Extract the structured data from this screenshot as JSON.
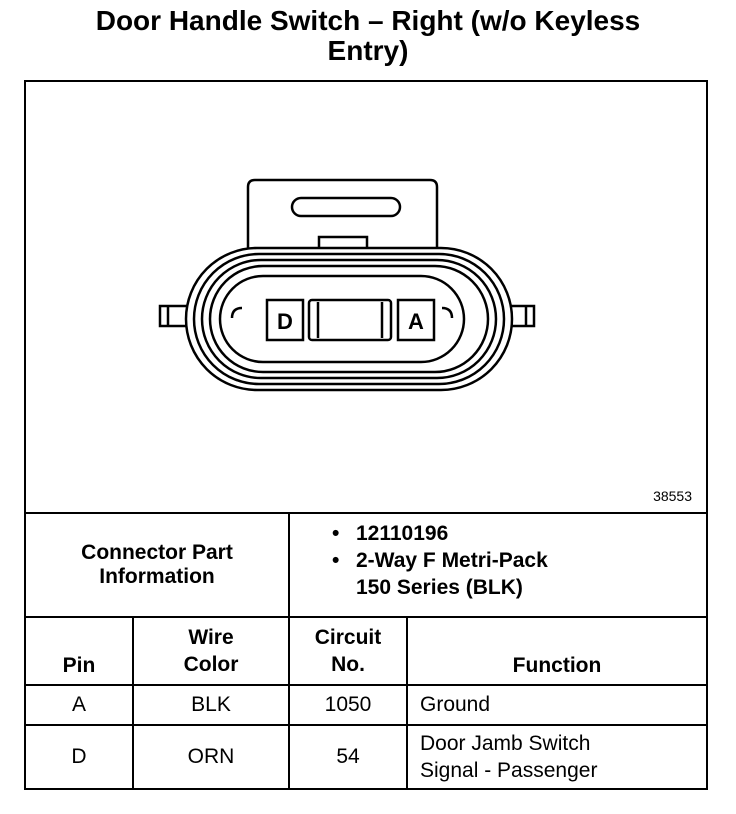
{
  "title": {
    "line1": "Door Handle Switch – Right (w/o Keyless",
    "line2": "Entry)"
  },
  "figure": {
    "pin_labels": [
      "D",
      "A"
    ],
    "figure_number": "38553"
  },
  "connector": {
    "label_line1": "Connector Part",
    "label_line2": "Information",
    "bullets": [
      "12110196",
      "2-Way F Metri-Pack\n150 Series (BLK)"
    ]
  },
  "table": {
    "headers": {
      "pin": "Pin",
      "wire_color": "Wire\nColor",
      "circuit": "Circuit\nNo.",
      "function": "Function"
    },
    "rows": [
      {
        "pin": "A",
        "wire_color": "BLK",
        "circuit": "1050",
        "function": "Ground"
      },
      {
        "pin": "D",
        "wire_color": "ORN",
        "circuit": "54",
        "function": "Door Jamb Switch\nSignal - Passenger"
      }
    ]
  }
}
